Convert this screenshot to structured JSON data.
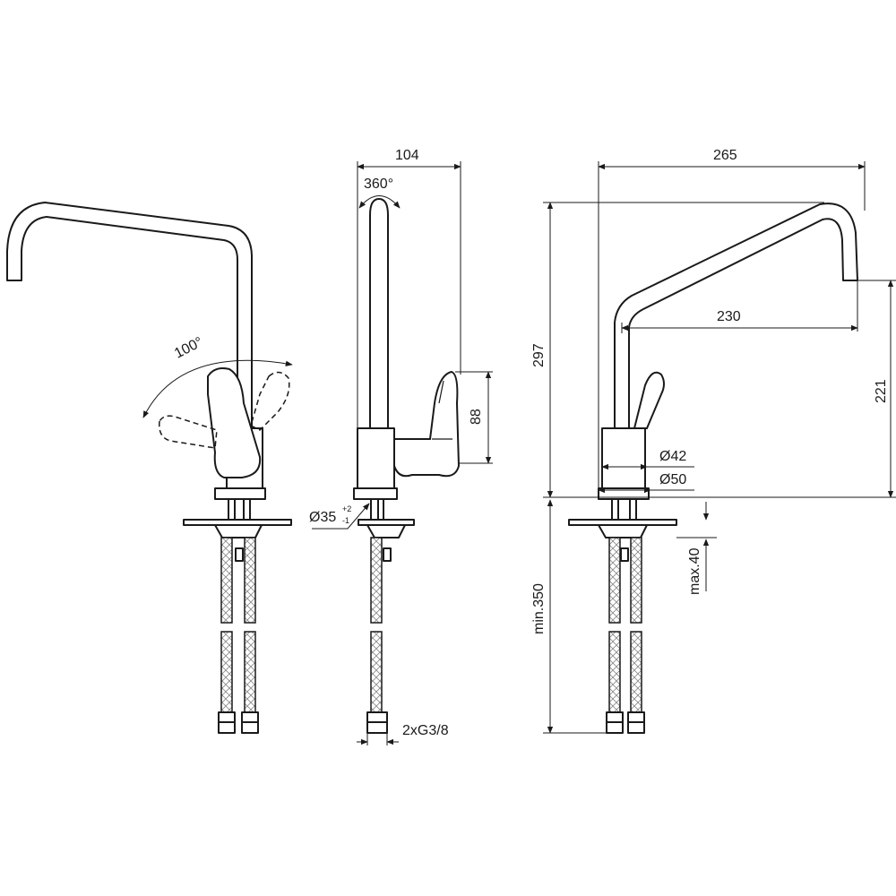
{
  "dimensions": {
    "front_rotation": "100°",
    "swivel": "360°",
    "side_width": "104",
    "lever_height": "88",
    "hole_diameter": "Ø35",
    "hole_tol_plus": "+2",
    "hole_tol_minus": "-1",
    "connection": "2xG3/8",
    "total_width": "265",
    "total_height": "297",
    "spout_reach": "230",
    "spout_height": "221",
    "body_diameter_small": "Ø42",
    "body_diameter_large": "Ø50",
    "max_deck": "max.40",
    "min_hose": "min.350"
  },
  "colors": {
    "line": "#1a1a1a",
    "background": "#ffffff"
  }
}
